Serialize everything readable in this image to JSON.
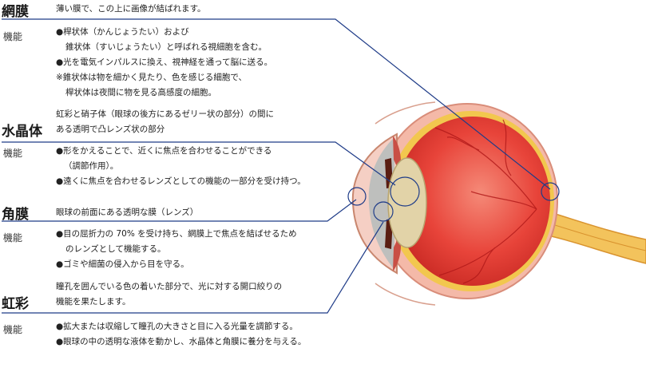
{
  "retina": {
    "term": "網膜",
    "desc": "薄い膜で、この上に画像が結ばれます。",
    "func_label": "機能",
    "func": [
      "●桿状体（かんじょうたい）および",
      "錐状体（すいじょうたい）と呼ばれる視細胞を含む。",
      "●光を電気インパルスに換え、視神経を通って脳に送る。",
      "※錐状体は物を細かく見たり、色を感じる細胞で、",
      "桿状体は夜間に物を見る高感度の細胞。"
    ]
  },
  "lens": {
    "term": "水晶体",
    "desc": [
      "虹彩と硝子体（眼球の後方にあるゼリー状の部分）の間に",
      "ある透明で凸レンズ状の部分"
    ],
    "func_label": "機能",
    "func": [
      "●形をかえることで、近くに焦点を合わせることができる",
      "（調節作用）。",
      "●遠くに焦点を合わせるレンズとしての機能の一部分を受け持つ。"
    ]
  },
  "cornea": {
    "term": "角膜",
    "desc": "眼球の前面にある透明な膜（レンズ）",
    "func_label": "機能",
    "func": [
      "●目の屈折力の 70% を受け持ち、網膜上で焦点を結ばせるため",
      "のレンズとして機能する。",
      "●ゴミや細菌の侵入から目を守る。"
    ]
  },
  "iris": {
    "term": "虹彩",
    "desc": [
      "瞳孔を囲んでいる色の着いた部分で、光に対する開口絞りの",
      "機能を果たします。"
    ],
    "func_label": "機能",
    "func": [
      "●拡大または収縮して瞳孔の大きさと目に入る光量を調節する。",
      "●眼球の中の透明な液体を動かし、水晶体と角膜に養分を与える。"
    ]
  },
  "colors": {
    "line": "#1f3c88",
    "eyeball": "#e8443a",
    "sclera": "#f7c9bd",
    "nerve": "#f0b63c",
    "lens": "#e2d3a8"
  }
}
